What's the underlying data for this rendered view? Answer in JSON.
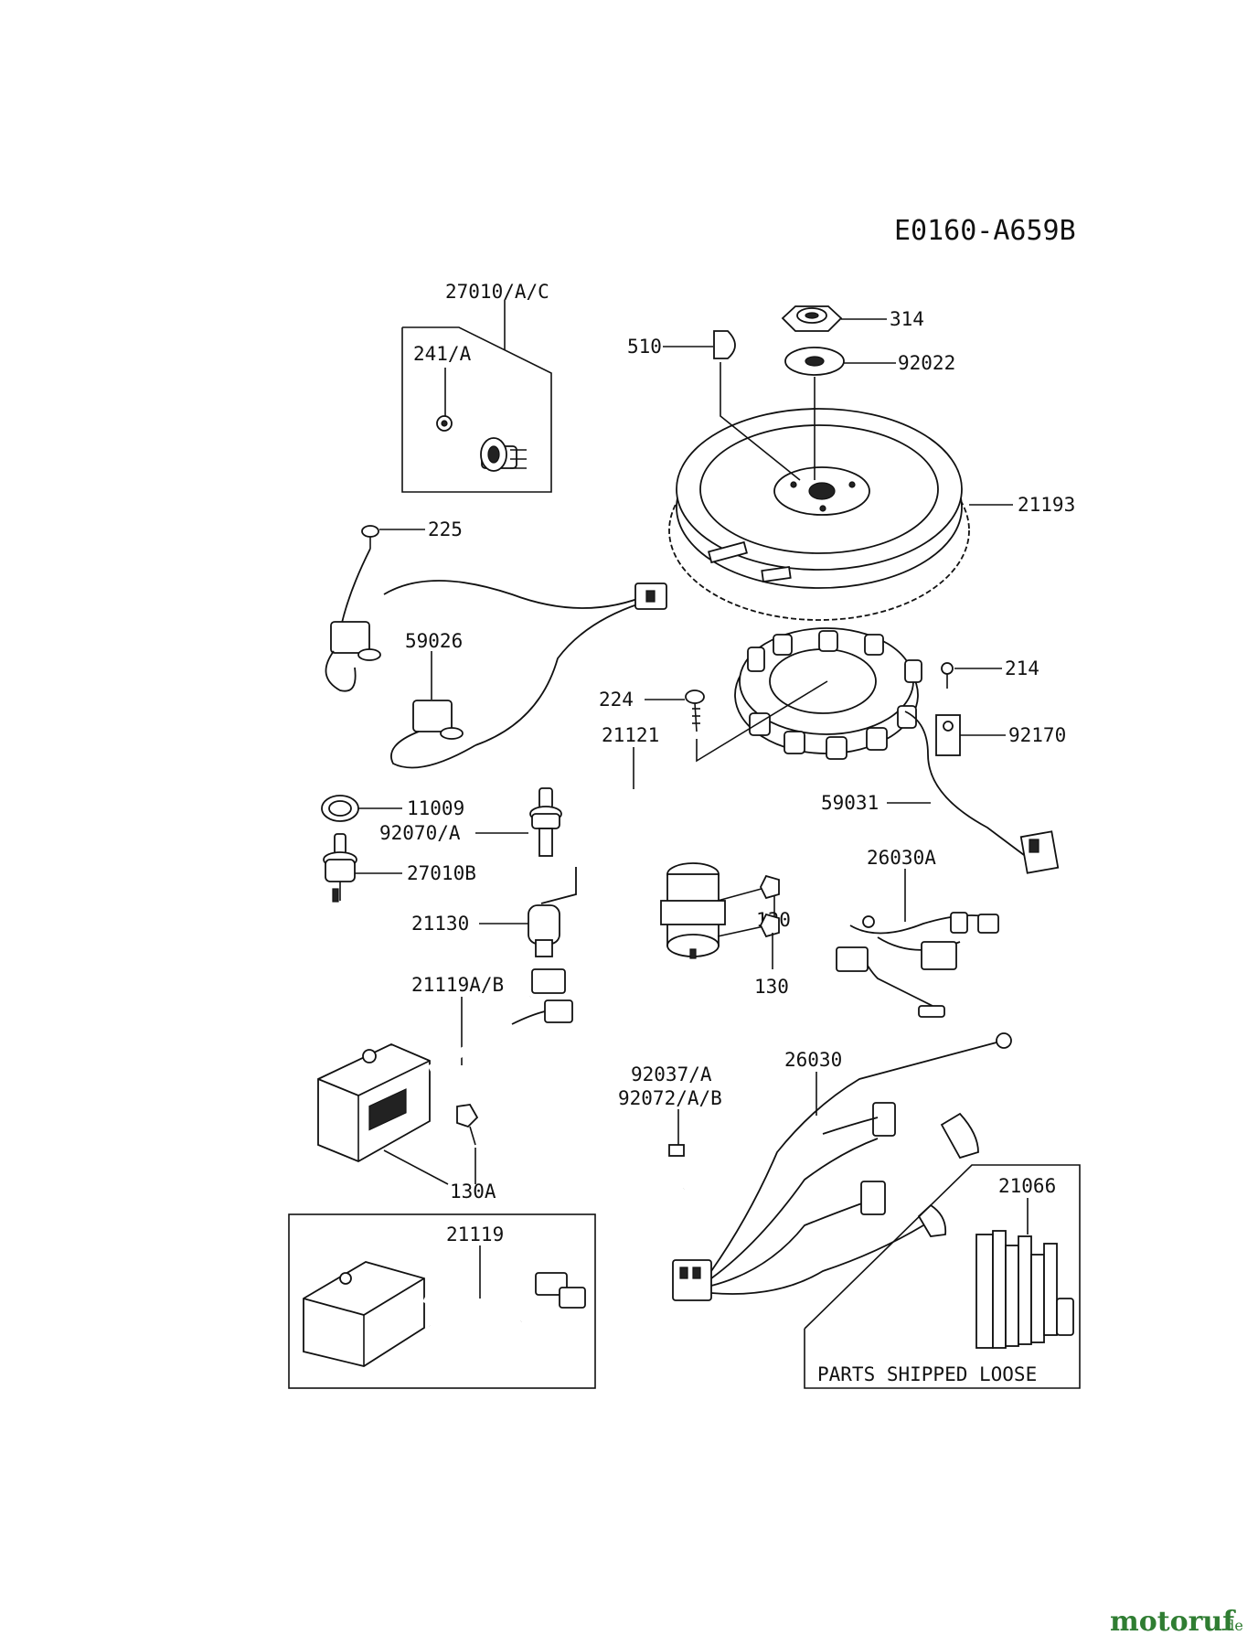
{
  "diagram": {
    "code": "E0160-A659B",
    "labels": {
      "p27010ac": "27010/A/C",
      "p241a": "241/A",
      "p510": "510",
      "p314": "314",
      "p92022": "92022",
      "p21193": "21193",
      "p225": "225",
      "p59026": "59026",
      "p214": "214",
      "p224": "224",
      "p92170": "92170",
      "p21121": "21121",
      "p11009": "11009",
      "p59031": "59031",
      "p92070a": "92070/A",
      "p27010b": "27010B",
      "p130a1": "130",
      "p26030a": "26030A",
      "p21130": "21130",
      "p130b": "130",
      "p21119ab": "21119A/B",
      "p92037a": "92037/A",
      "p92072ab": "92072/A/B",
      "p26030": "26030",
      "p130A": "130A",
      "p21066": "21066",
      "p21119": "21119",
      "loose": "PARTS SHIPPED LOOSE"
    }
  },
  "watermark": {
    "brand": "motoruf",
    "suffix": ".de",
    "color": "#2f7d32"
  }
}
